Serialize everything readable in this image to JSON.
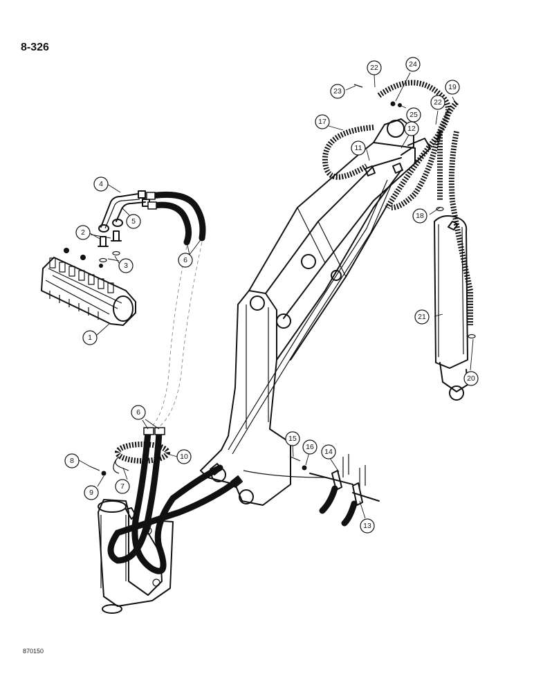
{
  "page_number": "8-326",
  "reference_code": "870150",
  "callouts": [
    {
      "id": "c1",
      "label": "1"
    },
    {
      "id": "c2",
      "label": "2"
    },
    {
      "id": "c3",
      "label": "3"
    },
    {
      "id": "c4",
      "label": "4"
    },
    {
      "id": "c5",
      "label": "5"
    },
    {
      "id": "c6a",
      "label": "6"
    },
    {
      "id": "c6b",
      "label": "6"
    },
    {
      "id": "c7",
      "label": "7"
    },
    {
      "id": "c8",
      "label": "8"
    },
    {
      "id": "c9",
      "label": "9"
    },
    {
      "id": "c10",
      "label": "10"
    },
    {
      "id": "c11",
      "label": "11"
    },
    {
      "id": "c12",
      "label": "12"
    },
    {
      "id": "c13",
      "label": "13"
    },
    {
      "id": "c14",
      "label": "14"
    },
    {
      "id": "c15",
      "label": "15"
    },
    {
      "id": "c16",
      "label": "16"
    },
    {
      "id": "c17",
      "label": "17"
    },
    {
      "id": "c18",
      "label": "18"
    },
    {
      "id": "c19",
      "label": "19"
    },
    {
      "id": "c20",
      "label": "20"
    },
    {
      "id": "c21",
      "label": "21"
    },
    {
      "id": "c22a",
      "label": "22"
    },
    {
      "id": "c22b",
      "label": "22"
    },
    {
      "id": "c23",
      "label": "23"
    },
    {
      "id": "c24",
      "label": "24"
    },
    {
      "id": "c25",
      "label": "25"
    }
  ]
}
